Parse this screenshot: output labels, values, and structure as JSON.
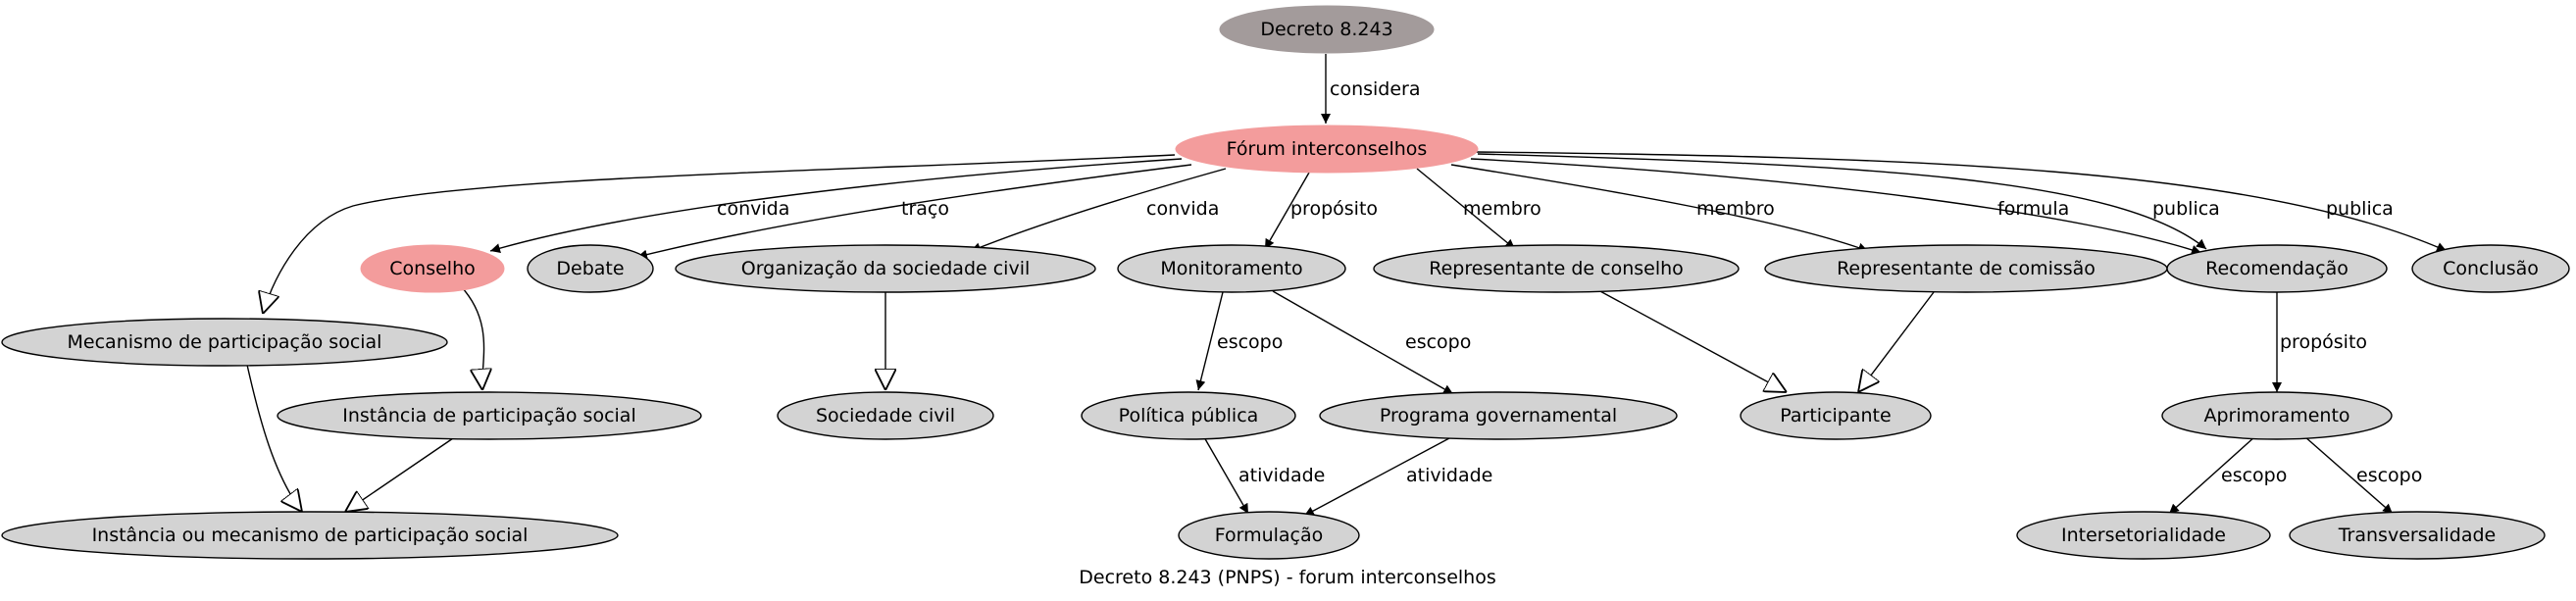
{
  "caption": "Decreto 8.243 (PNPS) - forum interconselhos",
  "colors": {
    "root": "#a39b9b",
    "focus": "#f39c9c",
    "default": "#d3d3d3",
    "stroke": "#000000"
  },
  "nodes": {
    "decreto": "Decreto 8.243",
    "forum": "Fórum interconselhos",
    "conselho": "Conselho",
    "debate": "Debate",
    "org_sociedade": "Organização da sociedade civil",
    "monitoramento": "Monitoramento",
    "rep_conselho": "Representante de conselho",
    "rep_comissao": "Representante de comissão",
    "recomendacao": "Recomendação",
    "conclusao": "Conclusão",
    "mecanismo": "Mecanismo de participação social",
    "instancia": "Instância de participação social",
    "sociedade_civil": "Sociedade civil",
    "politica": "Política pública",
    "programa": "Programa governamental",
    "participante": "Participante",
    "aprimoramento": "Aprimoramento",
    "inst_mec": "Instância ou mecanismo de participação social",
    "formulacao": "Formulação",
    "intersetorialidade": "Intersetorialidade",
    "transversalidade": "Transversalidade"
  },
  "edge_labels": {
    "considera": "considera",
    "convida": "convida",
    "traco": "traço",
    "proposito": "propósito",
    "membro": "membro",
    "formula": "formula",
    "publica": "publica",
    "escopo": "escopo",
    "atividade": "atividade"
  }
}
